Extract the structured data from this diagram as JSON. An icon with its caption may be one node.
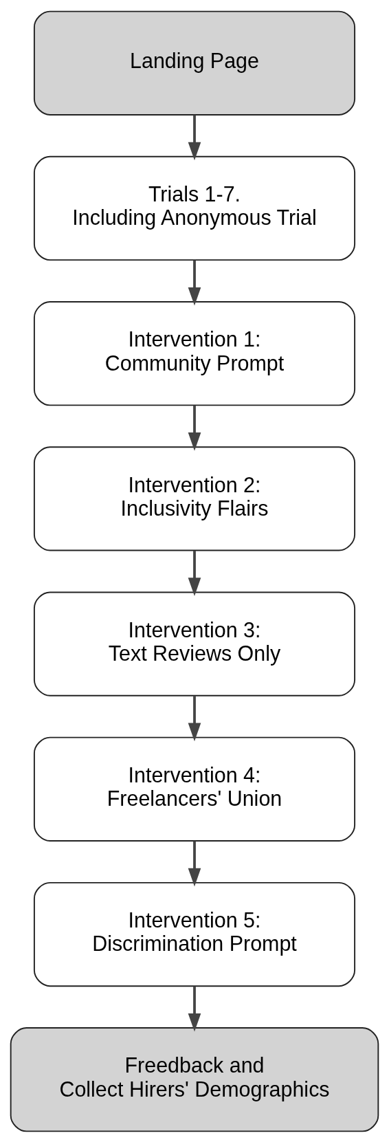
{
  "diagram": {
    "nodes": [
      {
        "text": [
          "Landing Page"
        ]
      },
      {
        "text": [
          "Trials 1-7.",
          "Including Anonymous Trial"
        ]
      },
      {
        "text": [
          "Intervention 1:",
          "Community Prompt"
        ]
      },
      {
        "text": [
          "Intervention 2:",
          "Inclusivity Flairs"
        ]
      },
      {
        "text": [
          "Intervention 3:",
          "Text Reviews Only"
        ]
      },
      {
        "text": [
          "Intervention 4:",
          "Freelancers' Union"
        ]
      },
      {
        "text": [
          "Intervention 5:",
          "Discrimination Prompt"
        ]
      },
      {
        "text": [
          "Freedback and",
          "Collect Hirers' Demographics"
        ]
      }
    ],
    "edges": [
      {
        "from": 0,
        "to": 1,
        "arrow": "to"
      },
      {
        "from": 1,
        "to": 2,
        "arrow": "to"
      },
      {
        "from": 2,
        "to": 3,
        "arrow": "to"
      },
      {
        "from": 3,
        "to": 4,
        "arrow": "to"
      },
      {
        "from": 4,
        "to": 5,
        "arrow": "to"
      },
      {
        "from": 5,
        "to": 6,
        "arrow": "to"
      },
      {
        "from": 6,
        "to": 7,
        "arrow": "to"
      }
    ]
  }
}
